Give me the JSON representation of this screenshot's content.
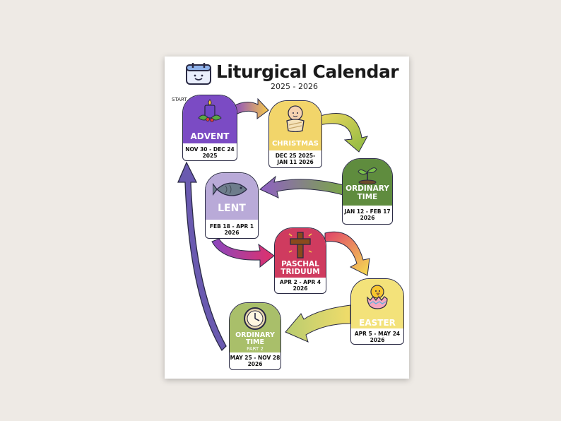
{
  "header": {
    "title": "Liturgical Calendar",
    "subtitle": "2025 - 2026",
    "start_label": "START"
  },
  "seasons": [
    {
      "label": "ADVENT",
      "label2": "",
      "dates": "NOV 30 - DEC 24",
      "year": "2025",
      "color": "#7b4bc4"
    },
    {
      "label": "CHRISTMAS",
      "label2": "",
      "dates": "DEC 25 2025-",
      "year": "JAN 11 2026",
      "color": "#f2d56a"
    },
    {
      "label": "ORDINARY",
      "label2": "TIME",
      "dates": "JAN 12 - FEB 17",
      "year": "2026",
      "color": "#5f8c3e"
    },
    {
      "label": "LENT",
      "label2": "",
      "dates": "FEB 18 - APR 1",
      "year": "2026",
      "color": "#b9aad8"
    },
    {
      "label": "PASCHAL",
      "label2": "TRIDUUM",
      "dates": "APR 2 - APR 4",
      "year": "2026",
      "color": "#cf3b5f"
    },
    {
      "label": "EASTER",
      "label2": "",
      "dates": "APR 5 - MAY 24",
      "year": "2026",
      "color": "#f3e27a"
    },
    {
      "label": "ORDINARY",
      "label2": "TIME",
      "label3": "PART 2",
      "dates": "MAY 25 - NOV 28",
      "year": "2026",
      "color": "#a9bf6a"
    }
  ],
  "icons": [
    "calendar-icon",
    "candle-icon",
    "baby-icon",
    "sprout-icon",
    "fish-icon",
    "cross-icon",
    "chick-icon",
    "clock-icon"
  ]
}
